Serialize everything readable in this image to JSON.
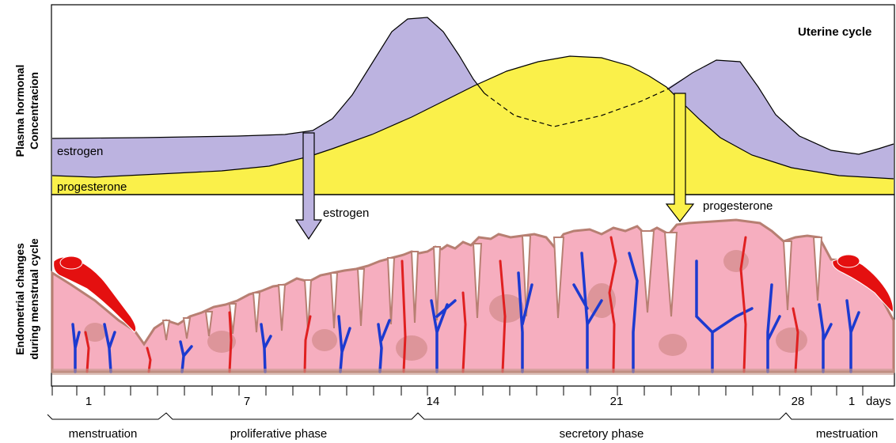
{
  "title": "Uterine cycle",
  "hormone_panel": {
    "ylabel_line1": "Plasma hormonal",
    "ylabel_line2": "Concentracion",
    "estrogen_label": "estrogen",
    "progesterone_label": "progesterone"
  },
  "endometrium_panel": {
    "ylabel_line1": "Endometrial changes",
    "ylabel_line2": "during menstrual cycle"
  },
  "arrows": {
    "estrogen_label": "estrogen",
    "progesterone_label": "progesterone"
  },
  "day_axis": {
    "labels": [
      "1",
      "7",
      "14",
      "21",
      "28",
      "1"
    ],
    "unit": "days"
  },
  "phases": {
    "menstruation": "menstruation",
    "proliferative": "proliferative phase",
    "secretory": "secretory phase",
    "mestruation": "mestruation"
  },
  "colors": {
    "estrogen_fill": "#bcb3e0",
    "progesterone_fill": "#faf04a",
    "endometrium_pink": "#f6aebf",
    "endometrium_edge": "#b77f72",
    "vessel_blue": "#1c3ad0",
    "vessel_red": "#e02020",
    "blood_red": "#e41010"
  }
}
